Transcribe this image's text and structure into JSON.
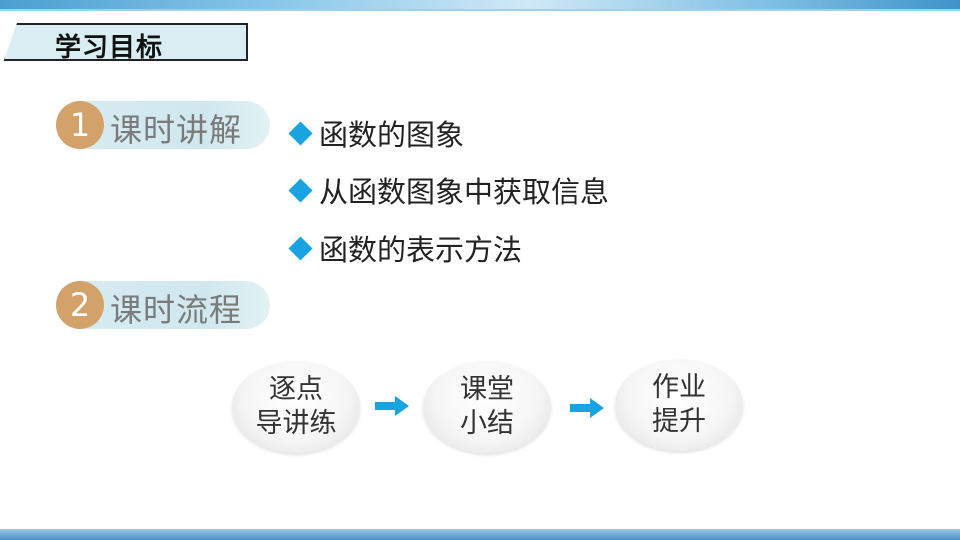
{
  "slide": {
    "title": "学习目标",
    "sections": [
      {
        "number": "1",
        "label": "课时讲解"
      },
      {
        "number": "2",
        "label": "课时流程"
      }
    ],
    "bullets": [
      "函数的图象",
      "从函数图象中获取信息",
      "函数的表示方法"
    ],
    "flow": [
      {
        "line1": "逐点",
        "line2": "导讲练"
      },
      {
        "line1": "课堂",
        "line2": "小结"
      },
      {
        "line1": "作业",
        "line2": "提升"
      }
    ]
  },
  "colors": {
    "accent_blue": "#19a3e0",
    "number_circle": "#d2a26a",
    "section_bg": "#d7ecf1",
    "title_bg": "#d8eef3"
  },
  "icons": {
    "bullet": "diamond-bullet-icon",
    "flow_arrow": "right-arrow-icon"
  }
}
